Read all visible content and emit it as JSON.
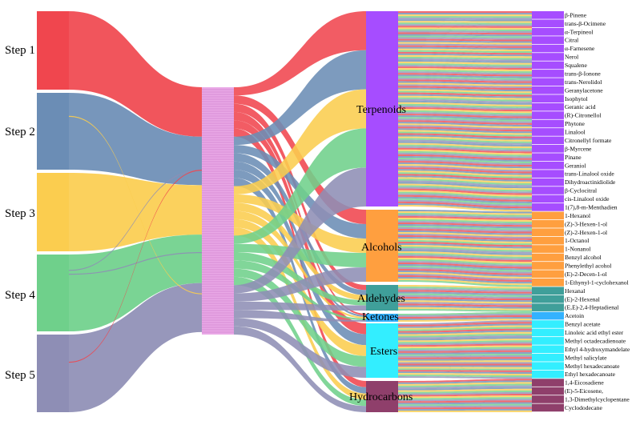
{
  "steps": [
    "Step 1",
    "Step 2",
    "Step 3",
    "Step 4",
    "Step 5"
  ],
  "classes": [
    "Terpenoids",
    "Alcohols",
    "Aldehydes",
    "Ketones",
    "Esters",
    "Hydrocarbons"
  ],
  "compounds": [
    "β-Pinene",
    "trans-β-Ocimene",
    "α-Terpineol",
    "Citral",
    "α-Farnesene",
    "Nerol",
    "Squalene",
    "trans-β-Ionone",
    "trans-Nerolidol",
    "Geranylacetone",
    "Isophytol",
    "Geranic acid",
    "(R)-Citronellol",
    "Phytone",
    "Linalool",
    "Citronellyl formate",
    "β-Myrcene",
    "Pinane",
    "Geraniol",
    "trans-Linalool oxide",
    "Dihydroactinidiolide",
    "β-Cyclocitral",
    "cis-Linalool oxide",
    "1(7),8-m-Menthadien",
    "1-Hexanol",
    "(Z)-3-Hexen-1-ol",
    "(Z)-2-Hexen-1-ol",
    "1-Octanol",
    "1-Nonanol",
    "Benzyl alcohol",
    "Phenylethyl acohol",
    "(E)-2-Decen-1-ol",
    "1-Ethynyl-1-cyclohexanol",
    "Hexanal",
    "(E)-2-Hexenal",
    "(E,E)-2,4-Heptadienal",
    "Acetoin",
    "Benzyl acetate",
    "Linoleic acid ethyl ester",
    "Methyl octadecadienoate",
    "Ethyl 4-hydroxymandelate",
    "Methyl salicylate",
    "Methyl hexadecanoate",
    "Ethyl hexadecanoate",
    "1,4-Eicosadiene",
    "(E)-5-Eicosene,",
    "1,3-Dimethylcyclopentane",
    "Cyclododecane"
  ],
  "class_counts": [
    24,
    9,
    3,
    1,
    7,
    4
  ],
  "colors": {
    "steps": [
      "#f0464e",
      "#6b8db5",
      "#fbcd4f",
      "#6fd08b",
      "#8e8eb5"
    ],
    "classes": [
      "#a64dff",
      "#ff9f3f",
      "#3f9f9a",
      "#33b2ff",
      "#33eeff",
      "#8f3f6b"
    ],
    "mid": "#e9a8e6"
  },
  "icons": {
    "nodes": "rect-node",
    "links": "ribbon-link"
  }
}
